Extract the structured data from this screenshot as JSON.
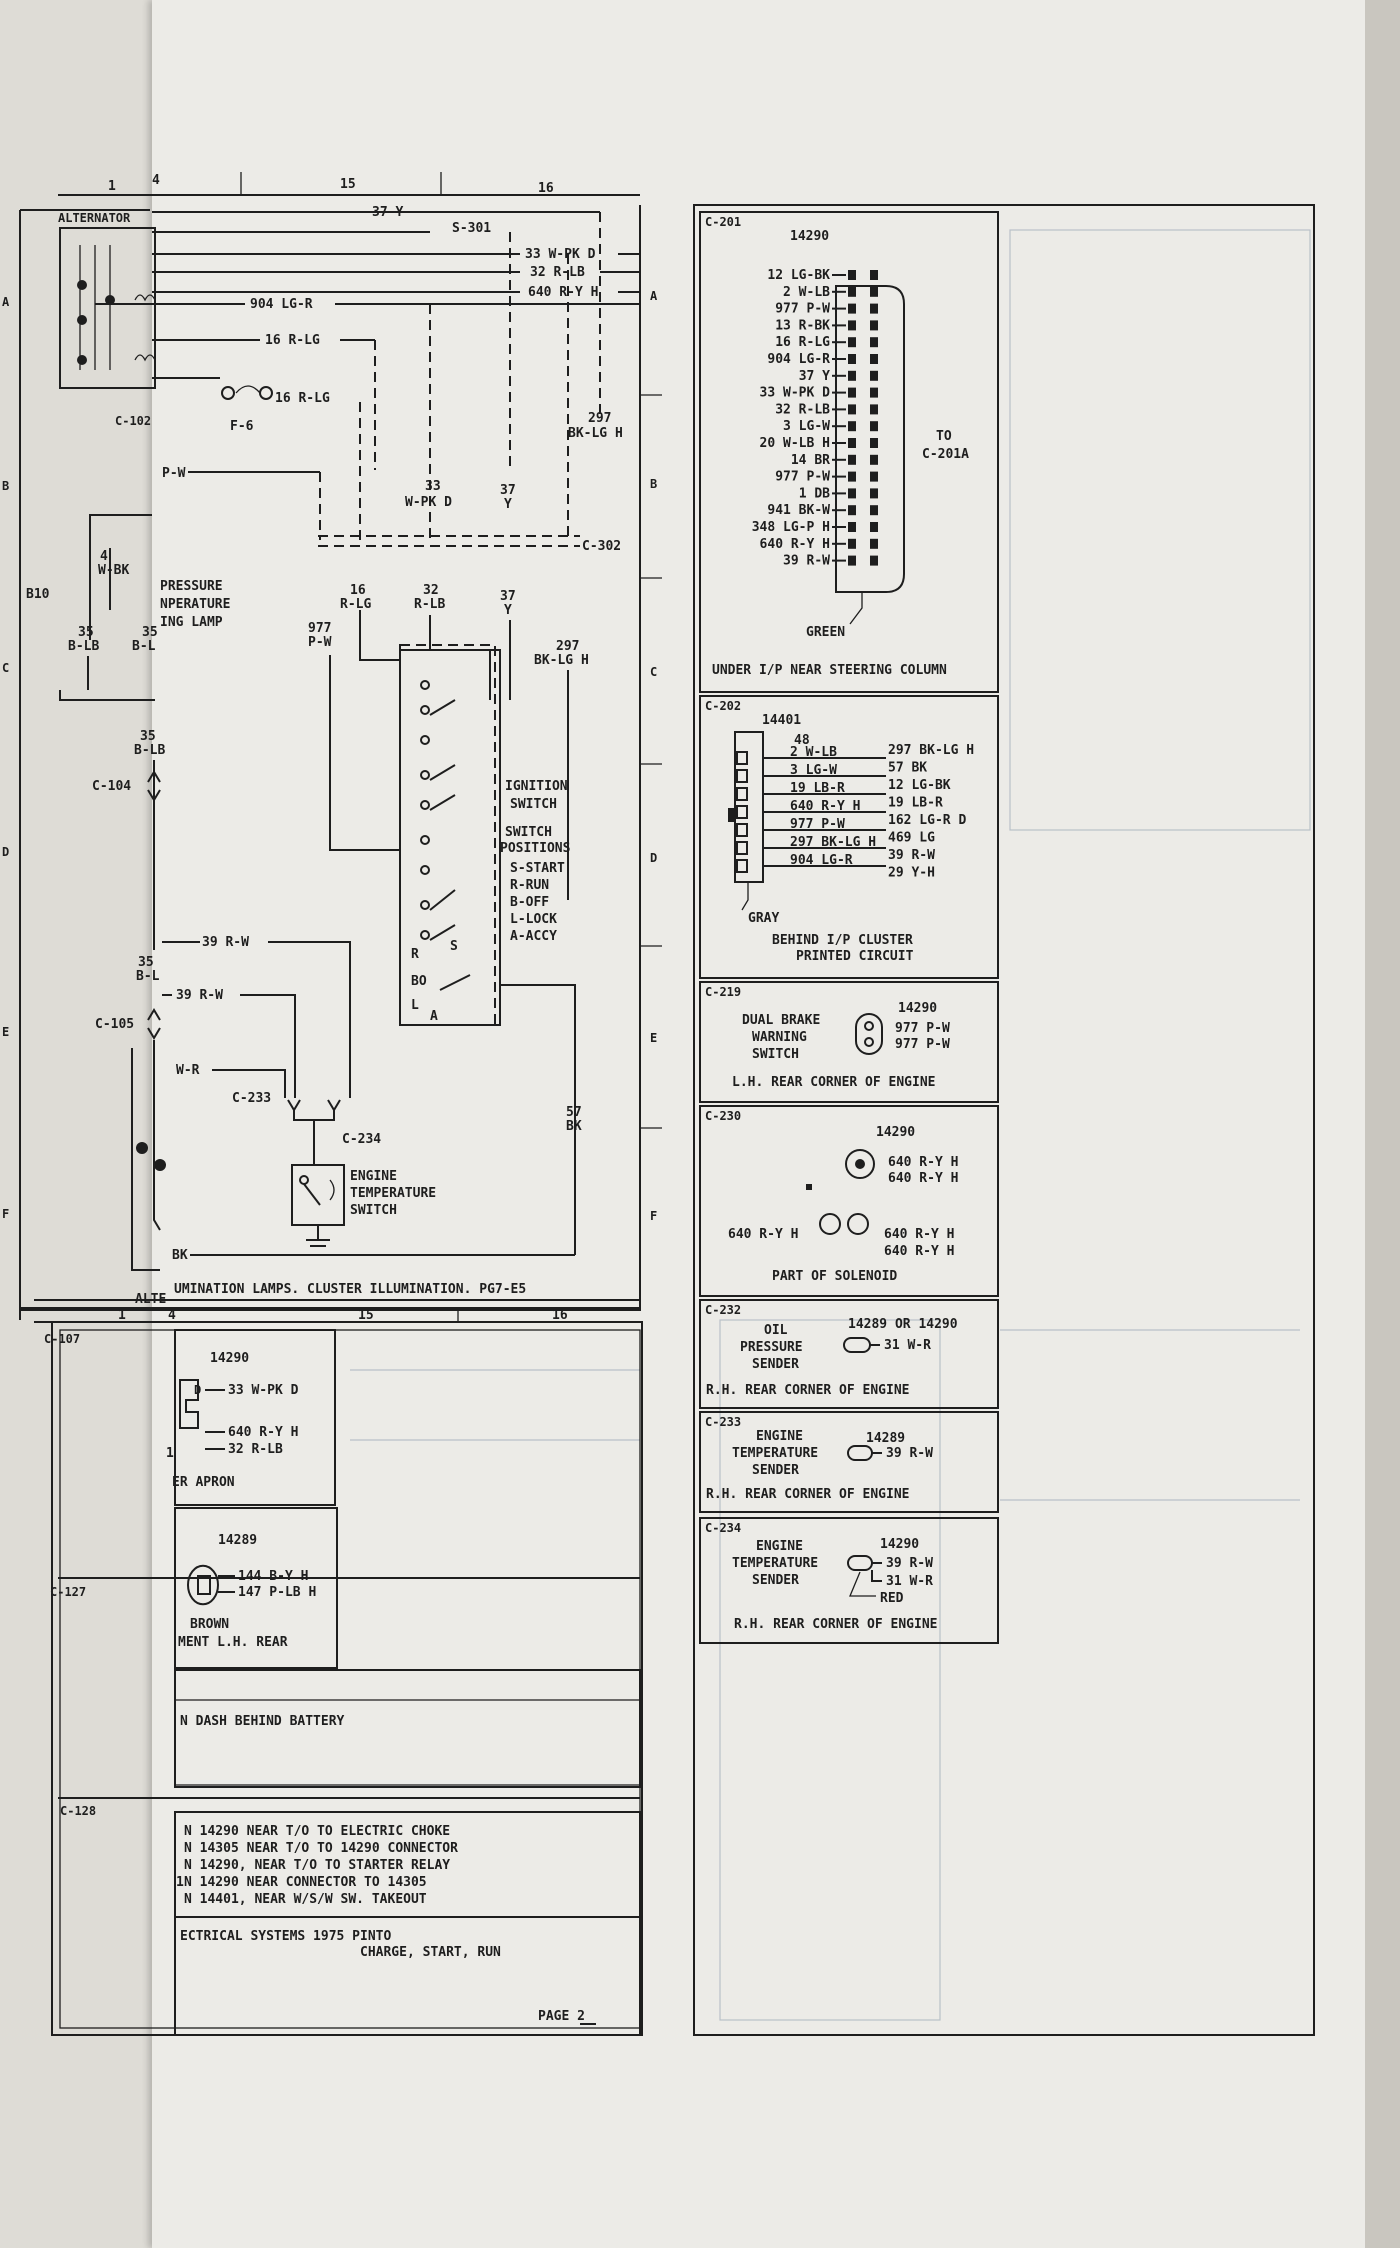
{
  "top_ruler": [
    "1",
    "4",
    "15",
    "16"
  ],
  "bottom_ruler": [
    "1",
    "4",
    "15",
    "16"
  ],
  "row_letters": [
    "A",
    "B",
    "C",
    "D",
    "E",
    "F"
  ],
  "splices": [
    "S-301",
    "C-302"
  ],
  "top_wires": [
    "37 Y",
    "33 W-PK D",
    "32 R-LB",
    "640 R-Y H",
    "904 LG-R",
    "16 R-LG",
    "16 R-LG"
  ],
  "diagram_labels": {
    "alternator": "ALTERNATOR",
    "alternator_bottom": "ALTE",
    "c102": "C-102",
    "fuse": "F-6",
    "pw": "P-W",
    "w33": "33",
    "w33b": "W-PK D",
    "w37": "37",
    "w37b": "Y",
    "w297": "297",
    "w297b": "BK-LG H",
    "w4": "4",
    "w4b": "W-BK",
    "b10": "B10",
    "w35": "35",
    "w35b": "B-LB",
    "w35c": "35",
    "w35d": "B-L",
    "pressure1": "PRESSURE",
    "pressure2": "NPERATURE",
    "pressure3": "ING LAMP",
    "w16": "16",
    "w16b": "R-LG",
    "w32": "32",
    "w32b": "R-LB",
    "w37c": "37",
    "w37d": "Y",
    "w977": "977",
    "w977b": "P-W",
    "w297c": "297",
    "w297d": "BK-LG H",
    "w35e": "35",
    "w35f": "B-LB",
    "c104": "C-104",
    "ign1": "IGNITION",
    "ign2": "SWITCH",
    "pos1": "SWITCH",
    "pos2": "POSITIONS",
    "pos3": "S-START",
    "pos4": "R-RUN",
    "pos5": "B-OFF",
    "pos6": "L-LOCK",
    "pos7": "A-ACCY",
    "sw_r": "R",
    "sw_s": "S",
    "sw_bo": "BO",
    "sw_l": "L",
    "sw_a": "A",
    "w39a": "39 R-W",
    "w35g": "35",
    "w35h": "B-L",
    "w39b": "39 R-W",
    "c105": "C-105",
    "wr": "W-R",
    "c233": "C-233",
    "c234": "C-234",
    "eng1": "ENGINE",
    "eng2": "TEMPERATURE",
    "eng3": "SWITCH",
    "w57": "57",
    "w57b": "BK",
    "bk": "BK",
    "footer": "UMINATION LAMPS. CLUSTER ILLUMINATION. PG7-E5"
  },
  "left_panels": {
    "c107": {
      "id": "C-107",
      "part": "14290",
      "wires": [
        "33 W-PK D",
        "640 R-Y H",
        "32 R-LB"
      ],
      "pin": "1",
      "note": "ER APRON"
    },
    "c127": {
      "id": "C-127",
      "part": "14289",
      "wires": [
        "144 B-Y H",
        "147 P-LB H"
      ],
      "color": "BROWN",
      "note": "MENT L.H. REAR"
    },
    "dash_note": "N DASH BEHIND BATTERY",
    "c128": {
      "id": "C-128",
      "lines": [
        "N 14290 NEAR T/O TO ELECTRIC CHOKE",
        "N 14305 NEAR T/O TO 14290 CONNECTOR",
        "N 14290, NEAR T/O TO STARTER RELAY",
        "N 14290 NEAR  CONNECTOR TO 14305",
        "N 14401, NEAR W/S/W SW. TAKEOUT"
      ],
      "pin": "1"
    },
    "title1": "ECTRICAL SYSTEMS 1975 PINTO",
    "title2": "CHARGE, START, RUN",
    "page": "PAGE 2"
  },
  "connectors": {
    "c201": {
      "id": "C-201",
      "part": "14290",
      "wires": [
        "12 LG-BK",
        "2 W-LB",
        "977 P-W",
        "13 R-BK",
        "16 R-LG",
        "904 LG-R",
        "37 Y",
        "33 W-PK D",
        "32 R-LB",
        "3 LG-W",
        "20 W-LB H",
        "14 BR",
        "977 P-W",
        "1 DB",
        "941 BK-W",
        "348 LG-P H",
        "640 R-Y H",
        "39 R-W"
      ],
      "to1": "TO",
      "to2": "C-201A",
      "color": "GREEN",
      "location": "UNDER I/P NEAR STEERING COLUMN"
    },
    "c202": {
      "id": "C-202",
      "part": "14401",
      "pin": "48",
      "left": [
        "2 W-LB",
        "3 LG-W",
        "19 LB-R",
        "640 R-Y H",
        "977 P-W",
        "297 BK-LG H",
        "904 LG-R"
      ],
      "right": [
        "297 BK-LG H",
        "57 BK",
        "12 LG-BK",
        "19 LB-R",
        "162 LG-R D",
        "469 LG",
        "39 R-W",
        "29 Y-H"
      ],
      "color": "GRAY",
      "location": "BEHIND I/P CLUSTER",
      "note": "PRINTED CIRCUIT"
    },
    "c219": {
      "id": "C-219",
      "part": "14290",
      "name": [
        "DUAL BRAKE",
        "WARNING",
        "SWITCH"
      ],
      "wires": [
        "977 P-W",
        "977 P-W"
      ],
      "location": "L.H. REAR CORNER OF ENGINE"
    },
    "c230": {
      "id": "C-230",
      "part": "14290",
      "wires": [
        "640 R-Y H",
        "640 R-Y H"
      ],
      "left_wire": "640 R-Y H",
      "right_wires": [
        "640 R-Y H",
        "640 R-Y H"
      ],
      "note": "PART OF SOLENOID"
    },
    "c232": {
      "id": "C-232",
      "part": "14289 OR 14290",
      "name": [
        "OIL",
        "PRESSURE",
        "SENDER"
      ],
      "wire": "31 W-R",
      "location": "R.H. REAR CORNER OF ENGINE"
    },
    "c233": {
      "id": "C-233",
      "part": "14289",
      "name": [
        "ENGINE",
        "TEMPERATURE",
        "SENDER"
      ],
      "wire": "39 R-W",
      "location": "R.H. REAR CORNER OF ENGINE"
    },
    "c234": {
      "id": "C-234",
      "part": "14290",
      "name": [
        "ENGINE",
        "TEMPERATURE",
        "SENDER"
      ],
      "wires": [
        "39 R-W",
        "31 W-R"
      ],
      "color": "RED",
      "location": "R.H. REAR CORNER OF ENGINE"
    }
  }
}
